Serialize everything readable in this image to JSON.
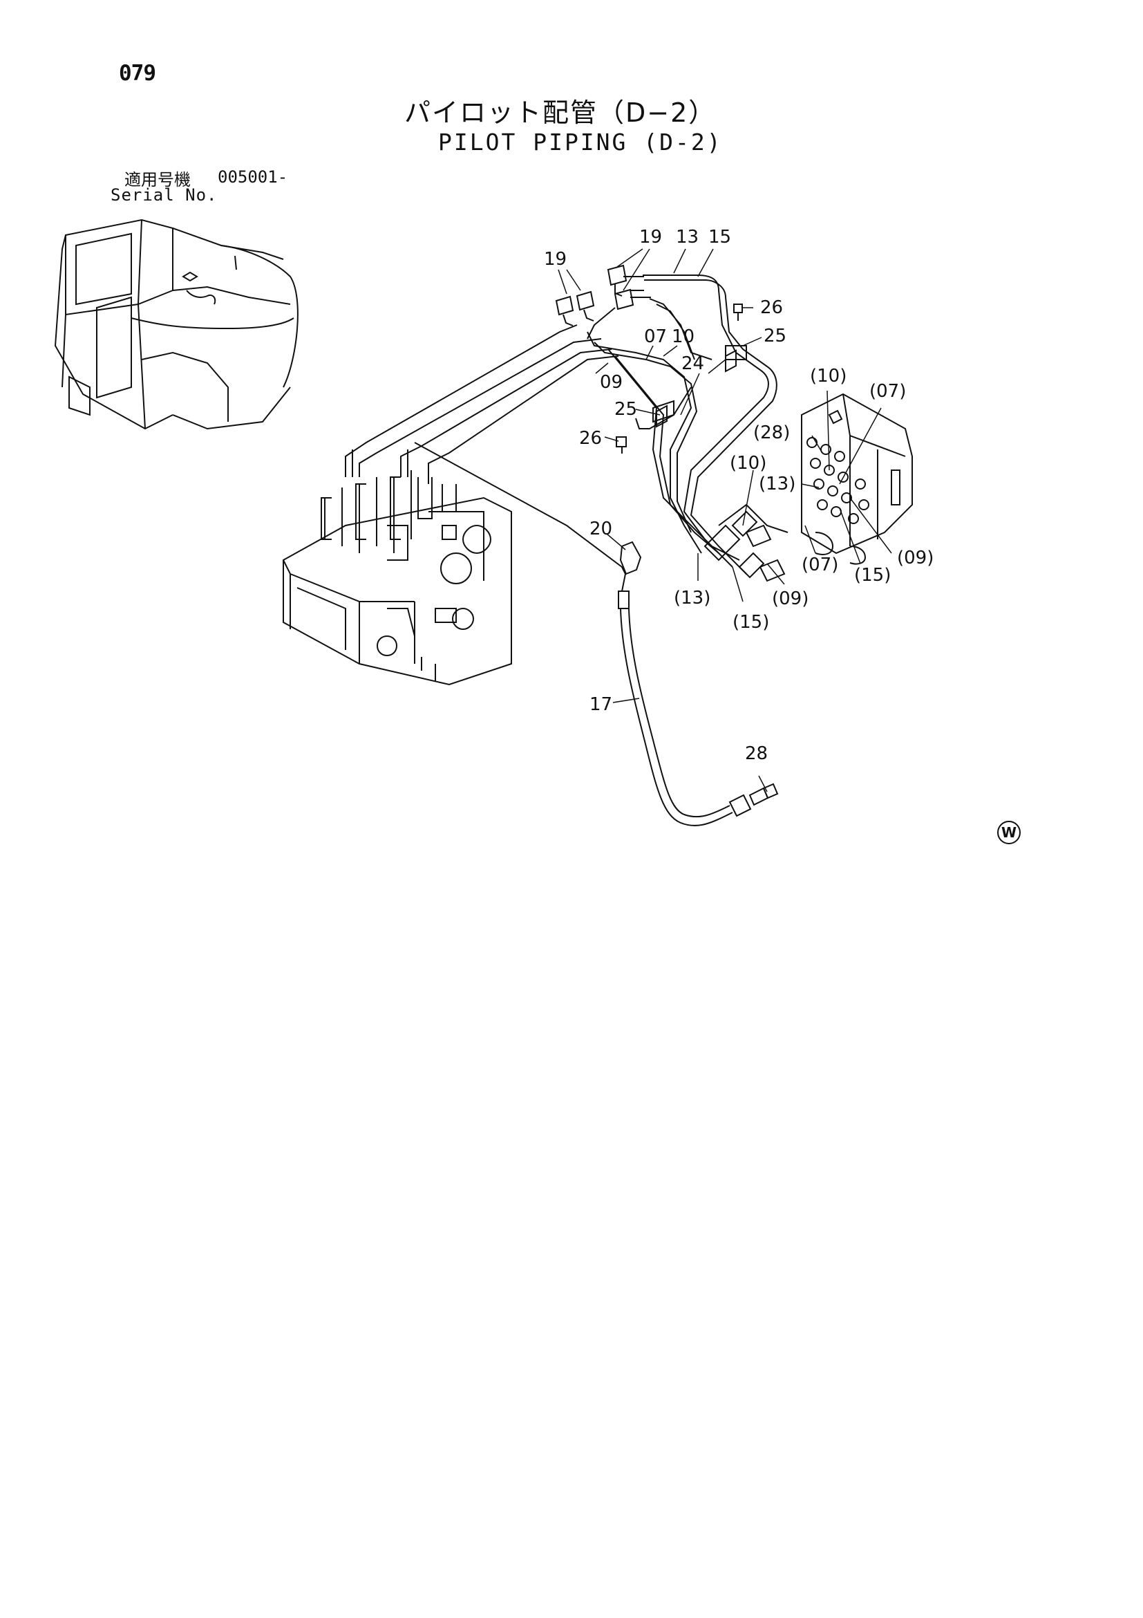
{
  "header": {
    "page_number": "079",
    "title_jp": "パイロット配管（D−2）",
    "title_en": "PILOT PIPING (D-2)",
    "serial_label_jp": "適用号機",
    "serial_value": "005001-",
    "serial_label_en": "Serial No."
  },
  "callouts": {
    "c19a": "19",
    "c19b": "19",
    "c13": "13",
    "c15": "15",
    "c26a": "26",
    "c25a": "25",
    "c07": "07",
    "c10": "10",
    "c24": "24",
    "c09": "09",
    "c25b": "25",
    "c26b": "26",
    "c20": "20",
    "c17": "17",
    "c28": "28",
    "p10a": "(10)",
    "p07a": "(07)",
    "p28": "(28)",
    "p13a": "(13)",
    "p10b": "(10)",
    "p07b": "(07)",
    "p15a": "(15)",
    "p09a": "(09)",
    "p13b": "(13)",
    "p15b": "(15)",
    "p09b": "(09)"
  },
  "marks": {
    "w_symbol": "W"
  }
}
